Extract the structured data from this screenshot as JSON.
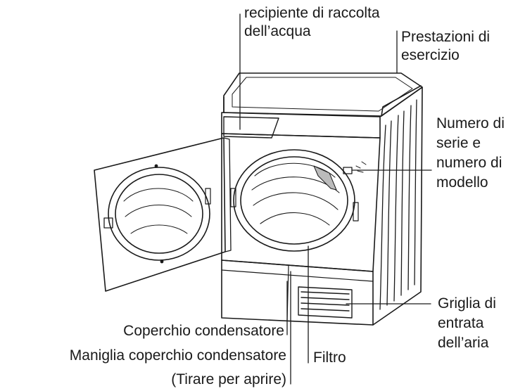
{
  "labels": {
    "water_container": [
      "recipiente di raccolta",
      "dell’acqua"
    ],
    "performance": [
      "Prestazioni di",
      "esercizio"
    ],
    "serial_model": [
      "Numero di",
      "serie e",
      "numero di",
      "modello"
    ],
    "air_grille": [
      "Griglia di",
      "entrata",
      "dell’aria"
    ],
    "condenser_cover": "Coperchio condensatore",
    "condenser_handle": "Maniglia coperchio condensatore",
    "pull_to_open": "(Tirare per aprire)",
    "filter": "Filtro"
  },
  "colors": {
    "line": "#1a1a1a",
    "text": "#1a1a1a",
    "background": "#ffffff"
  }
}
